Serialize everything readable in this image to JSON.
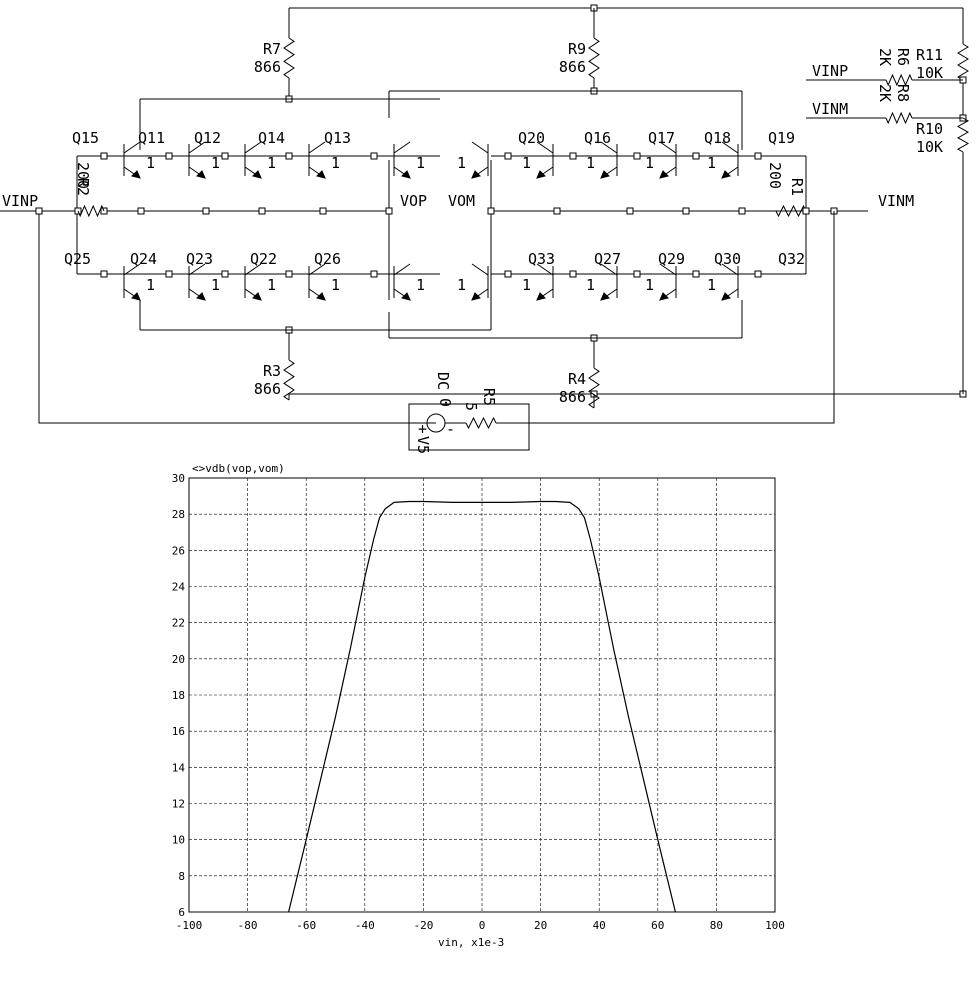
{
  "schematic": {
    "resistors": [
      {
        "ref": "R7",
        "value": "866"
      },
      {
        "ref": "R9",
        "value": "866"
      },
      {
        "ref": "R3",
        "value": "866"
      },
      {
        "ref": "R4",
        "value": "866"
      },
      {
        "ref": "R2",
        "value": "200"
      },
      {
        "ref": "R1",
        "value": "200"
      },
      {
        "ref": "R5",
        "value": "5"
      },
      {
        "ref": "R6",
        "value": "2K"
      },
      {
        "ref": "R8",
        "value": "2K"
      },
      {
        "ref": "R11",
        "value": "10K"
      },
      {
        "ref": "R10",
        "value": "10K"
      }
    ],
    "transistors_top": [
      "Q15",
      "Q11",
      "Q12",
      "Q14",
      "Q13",
      "Q20",
      "Q16",
      "Q17",
      "Q18",
      "Q19"
    ],
    "transistors_bottom": [
      "Q25",
      "Q24",
      "Q23",
      "Q22",
      "Q26",
      "Q33",
      "Q27",
      "Q29",
      "Q30",
      "Q32"
    ],
    "area_label": "1",
    "nets": {
      "vinp": "VINP",
      "vinm": "VINM",
      "vop": "VOP",
      "vom": "VOM"
    },
    "source": {
      "type": "DC",
      "value": "0",
      "name": "V5",
      "plus": "+",
      "minus": "-"
    }
  },
  "chart_data": {
    "type": "line",
    "title": "<>vdb(vop,vom)",
    "xlabel": "vin, x1e-3",
    "ylabel": "",
    "xlim": [
      -100,
      100
    ],
    "ylim": [
      6,
      30
    ],
    "xticks": [
      -100,
      -80,
      -60,
      -40,
      -20,
      0,
      20,
      40,
      60,
      80,
      100
    ],
    "yticks": [
      6,
      8,
      10,
      12,
      14,
      16,
      18,
      20,
      22,
      24,
      26,
      28,
      30
    ],
    "grid": true,
    "series": [
      {
        "x": [
          -66,
          -63,
          -60,
          -55,
          -50,
          -45,
          -40,
          -37,
          -35,
          -33,
          -30,
          -25,
          -20,
          -10,
          0,
          10,
          20,
          25,
          30,
          33,
          35,
          37,
          40,
          45,
          50,
          55,
          60,
          63,
          66
        ],
        "y": [
          6.0,
          8.0,
          10.0,
          13.4,
          16.8,
          20.5,
          24.5,
          26.6,
          27.8,
          28.3,
          28.65,
          28.7,
          28.7,
          28.65,
          28.65,
          28.65,
          28.7,
          28.7,
          28.65,
          28.3,
          27.8,
          26.6,
          24.5,
          20.5,
          16.8,
          13.4,
          10.0,
          8.0,
          6.0
        ]
      }
    ]
  }
}
